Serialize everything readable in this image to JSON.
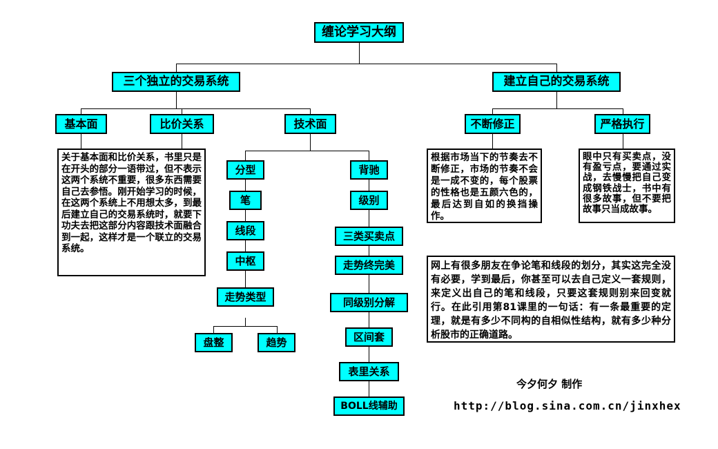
{
  "diagram": {
    "title": "缠论学习大纲",
    "branches": {
      "left": {
        "label": "三个独立的交易系统",
        "children": [
          {
            "label": "基本面"
          },
          {
            "label": "比价关系"
          },
          {
            "label": "技术面"
          }
        ]
      },
      "right": {
        "label": "建立自己的交易系统",
        "children": [
          {
            "label": "不断修正"
          },
          {
            "label": "严格执行"
          }
        ]
      }
    },
    "chain_fenxing": [
      "分型",
      "笔",
      "线段",
      "中枢",
      "走势类型"
    ],
    "chain_fenxing_leaves": [
      "盘整",
      "趋势"
    ],
    "chain_beichi": [
      "背驰",
      "级别",
      "三类买卖点",
      "走势终完美",
      "同级别分解",
      "区间套",
      "表里关系",
      "BOLL线辅助"
    ],
    "notes": {
      "fundamentals": "关于基本面和比价关系，书里只是在开头的部分一语带过，但不表示这两个系统不重要，很多东西需要自己去参悟。刚开始学习的时候，在这两个系统上不用想太多，到最后建立自己的交易系统时，就要下功夫去把这部分内容跟技术面融合到一起，这样才是一个联立的交易系统。",
      "correction": "根据市场当下的节奏去不断修正，市场的节奏不会是一成不变的，每个股票的性格也是五颜六色的，最后达到自如的换挡操作。",
      "execution": "眼中只有买卖点，没有盈亏点，要通过实战，去慢慢把自己变成钢铁战士，书中有很多故事，但不要把故事只当成故事。",
      "segments": "网上有很多朋友在争论笔和线段的划分，其实这完全没有必要，学到最后，你甚至可以去自己定义一套规则，来定义出自己的笔和线段，只要这套规则别来回变就行。在此引用第81课里的一句话：有一条最重要的定理，就是有多少不同构的自相似性结构，就有多少种分析股市的正确道路。"
    },
    "footer": {
      "maker": "今夕何夕 制作",
      "url": "http://blog.sina.com.cn/jinxhex"
    },
    "colors": {
      "node_fill": "#00ffff",
      "node_border": "#000000",
      "background": "#ffffff",
      "text": "#000000"
    }
  }
}
